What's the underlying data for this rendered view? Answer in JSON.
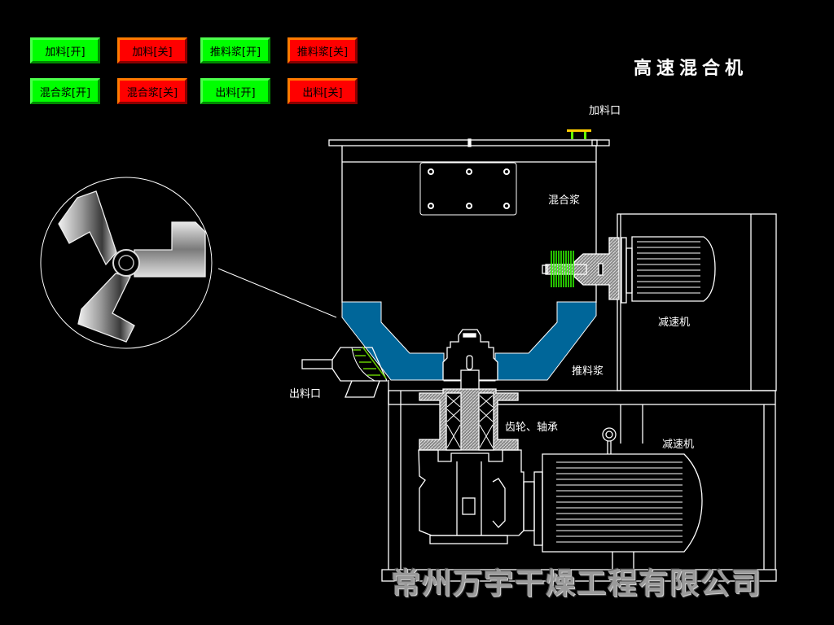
{
  "title": "高速混合机",
  "controls": [
    {
      "label": "加料[开]",
      "state": "on"
    },
    {
      "label": "加料[关]",
      "state": "off"
    },
    {
      "label": "推料浆[开]",
      "state": "on"
    },
    {
      "label": "推料浆[关]",
      "state": "off"
    },
    {
      "label": "混合浆[开]",
      "state": "on"
    },
    {
      "label": "混合浆[关]",
      "state": "off"
    },
    {
      "label": "出料[开]",
      "state": "on"
    },
    {
      "label": "出料[关]",
      "state": "off"
    }
  ],
  "labels": {
    "feed_inlet": "加料口",
    "mixing_paddle": "混合浆",
    "reducer_top": "减速机",
    "push_paddle": "推料浆",
    "discharge_outlet": "出料口",
    "gear_bearing": "齿轮、轴承",
    "reducer_bottom": "减速机"
  },
  "company": "常州万宇干燥工程有限公司",
  "colors": {
    "on": "#00ff00",
    "off": "#ff0000",
    "material": "#006699",
    "drawing_line": "#ffffff"
  }
}
